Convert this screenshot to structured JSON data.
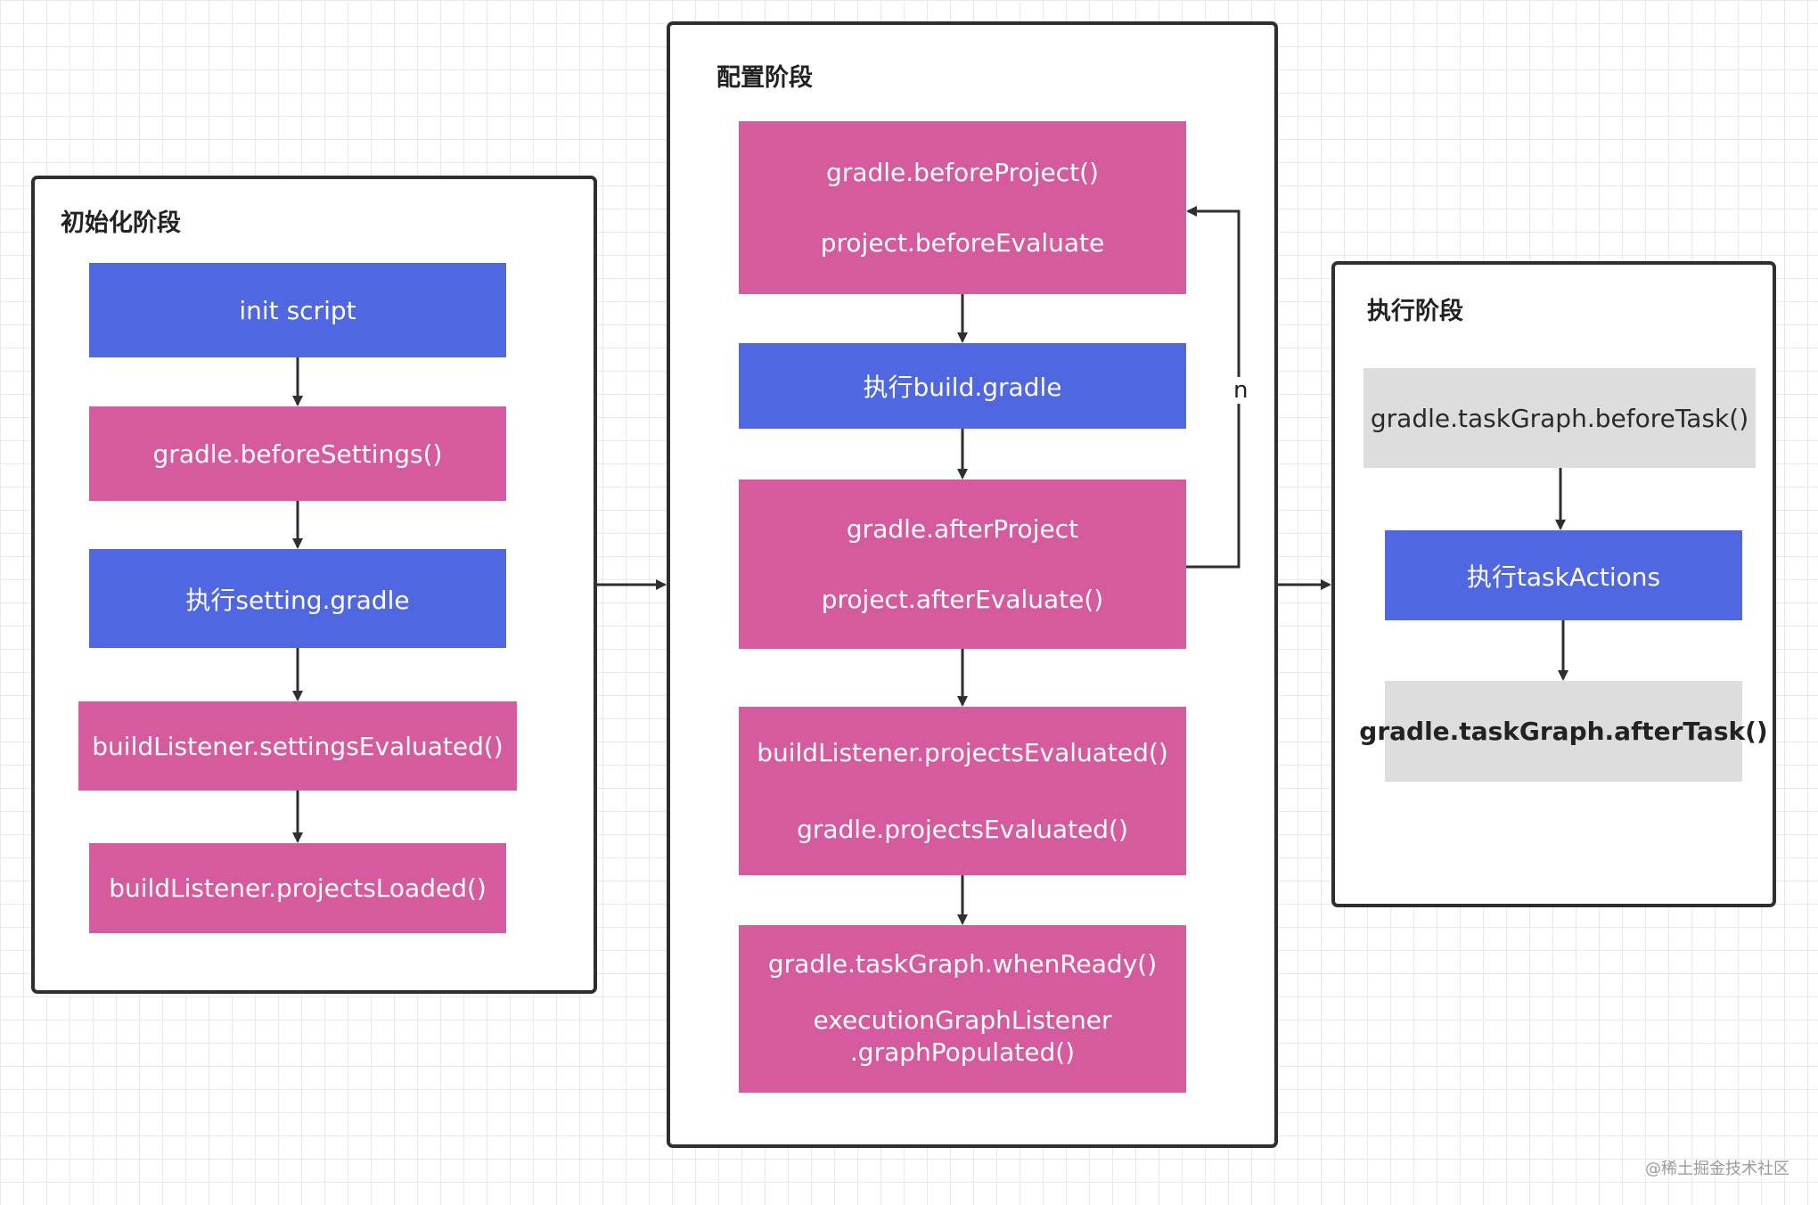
{
  "stages": {
    "init": {
      "title": "初始化阶段",
      "nodes": [
        "init script",
        "gradle.beforeSettings()",
        "执行setting.gradle",
        "buildListener.settingsEvaluated()",
        "buildListener.projectsLoaded()"
      ]
    },
    "config": {
      "title": "配置阶段",
      "before": [
        "gradle.beforeProject()",
        "project.beforeEvaluate"
      ],
      "build": "执行build.gradle",
      "after": [
        "gradle.afterProject",
        "project.afterEvaluate()"
      ],
      "evaluated": [
        "buildListener.projectsEvaluated()",
        "gradle.projectsEvaluated()"
      ],
      "ready": [
        "gradle.taskGraph.whenReady()",
        "executionGraphListener",
        ".graphPopulated()"
      ]
    },
    "exec": {
      "title": "执行阶段",
      "nodes": [
        "gradle.taskGraph.beforeTask()",
        "执行taskActions",
        "gradle.taskGraph.afterTask()"
      ]
    }
  },
  "loop_label": "n",
  "watermark": "@稀土掘金技术社区",
  "colors": {
    "pink": "#d55a9e",
    "blue": "#4f67e1",
    "gray": "#dddddd",
    "border": "#2f2f2f",
    "arrow": "#2f2f2f"
  }
}
